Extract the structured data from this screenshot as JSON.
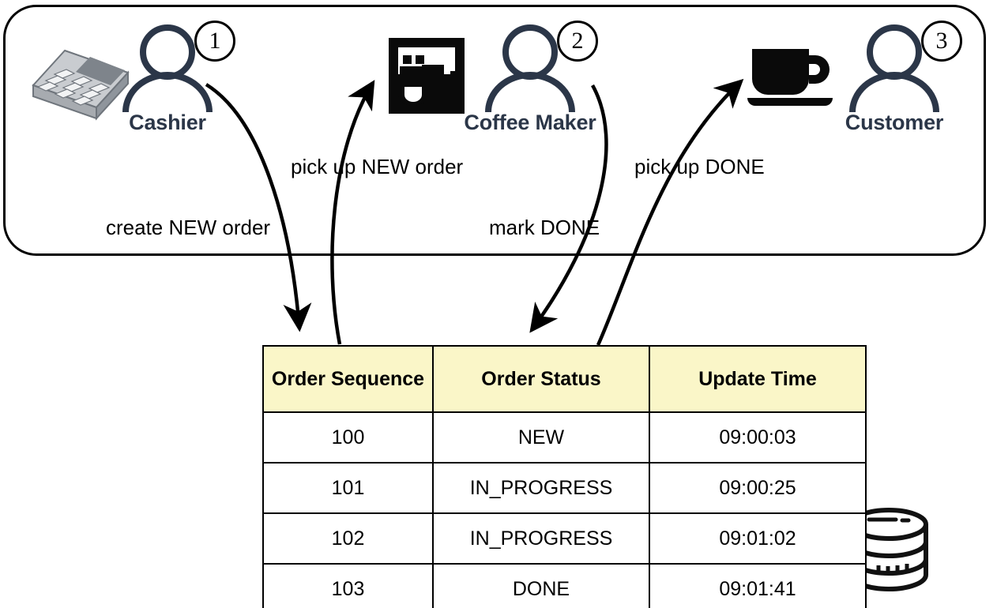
{
  "diagram": {
    "panel": {
      "name": "coffee-shop-actors-panel",
      "actors": [
        {
          "id": "cashier",
          "label": "Cashier",
          "badge": "1",
          "icon": "cash-register-icon"
        },
        {
          "id": "coffee-maker",
          "label": "Coffee Maker",
          "badge": "2",
          "icon": "espresso-machine-icon"
        },
        {
          "id": "customer",
          "label": "Customer",
          "badge": "3",
          "icon": "coffee-cup-icon"
        }
      ]
    },
    "edges": [
      {
        "id": "create-new-order",
        "label": "create NEW order",
        "from": "cashier",
        "to": "order-table"
      },
      {
        "id": "pick-up-new-order",
        "label": "pick up NEW order",
        "from": "order-table",
        "to": "coffee-maker"
      },
      {
        "id": "mark-done",
        "label": "mark DONE",
        "from": "coffee-maker",
        "to": "order-table"
      },
      {
        "id": "pick-up-done",
        "label": "pick up DONE",
        "from": "order-table",
        "to": "customer"
      }
    ],
    "database": {
      "icon": "database-cylinder-icon"
    }
  },
  "table": {
    "name": "order-table",
    "columns": [
      "Order Sequence",
      "Order Status",
      "Update Time"
    ],
    "rows": [
      {
        "sequence": "100",
        "status": "NEW",
        "time": "09:00:03"
      },
      {
        "sequence": "101",
        "status": "IN_PROGRESS",
        "time": "09:00:25"
      },
      {
        "sequence": "102",
        "status": "IN_PROGRESS",
        "time": "09:01:02"
      },
      {
        "sequence": "103",
        "status": "DONE",
        "time": "09:01:41"
      }
    ]
  },
  "colors": {
    "actor_stroke": "#2b3648",
    "header_fill": "#faf6c8",
    "line": "#000000",
    "icon_black": "#0a0a0a",
    "register_light": "#d0d2d4",
    "register_mid": "#a7abb0",
    "register_dark": "#6f757c"
  }
}
